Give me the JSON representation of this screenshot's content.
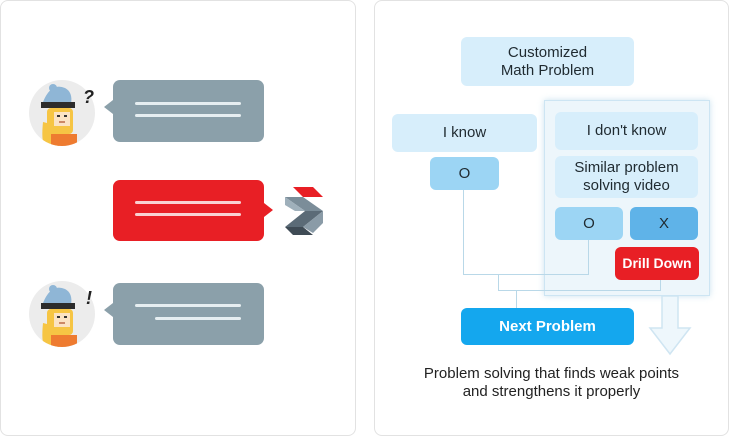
{
  "left_panel": {
    "marks": {
      "question": "?",
      "exclamation": "!"
    }
  },
  "diagram": {
    "title": [
      "Customized",
      "Math Problem"
    ],
    "i_know": "I know",
    "i_know_result": "O",
    "i_dont_know": "I don't know",
    "video": [
      "Similar problem",
      "solving video"
    ],
    "o_option": "O",
    "x_option": "X",
    "drill_down": "Drill Down",
    "next_problem": "Next Problem",
    "caption": [
      "Problem solving that finds weak points",
      "and strengthens it properly"
    ]
  },
  "colors": {
    "bubble_grey": "#8ba0aa",
    "bubble_red": "#e81f25",
    "light_blue": "#d7eefb",
    "accent_blue": "#14a7ee",
    "drill_red": "#e81f25"
  }
}
